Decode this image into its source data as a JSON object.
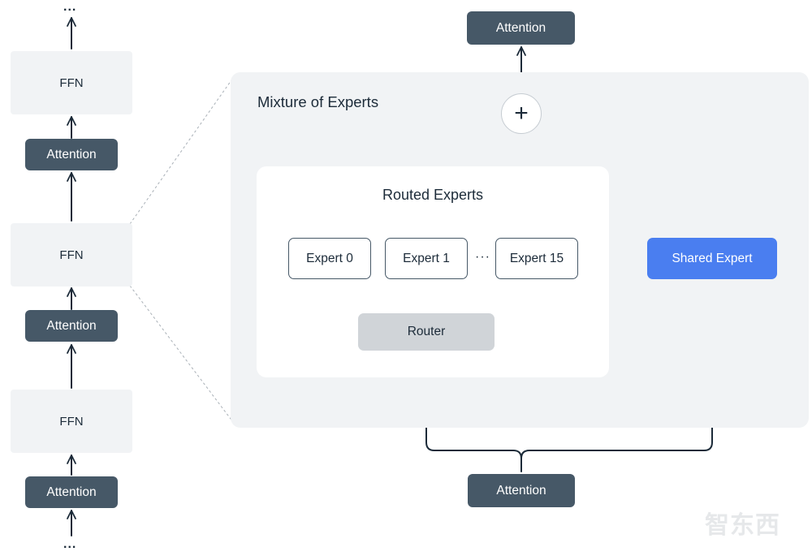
{
  "stack": {
    "top_ellipsis": "...",
    "bottom_ellipsis": "...",
    "ffn_label": "FFN",
    "attention_label": "Attention"
  },
  "moe": {
    "title": "Mixture of Experts",
    "routed_title": "Routed Experts",
    "experts": [
      "Expert 0",
      "Expert 1",
      "Expert 15"
    ],
    "expert_ellipsis": "···",
    "router": "Router",
    "shared_expert": "Shared Expert",
    "sum_symbol": "+",
    "attention_in": "Attention",
    "attention_out": "Attention"
  },
  "watermark": "智东西",
  "colors": {
    "attention_fill": "#465867",
    "ffn_fill": "#f1f3f5",
    "panel_fill": "#f1f3f5",
    "router_fill": "#d0d4d8",
    "shared_fill": "#4a7ef0",
    "line": "#1c2b39"
  }
}
